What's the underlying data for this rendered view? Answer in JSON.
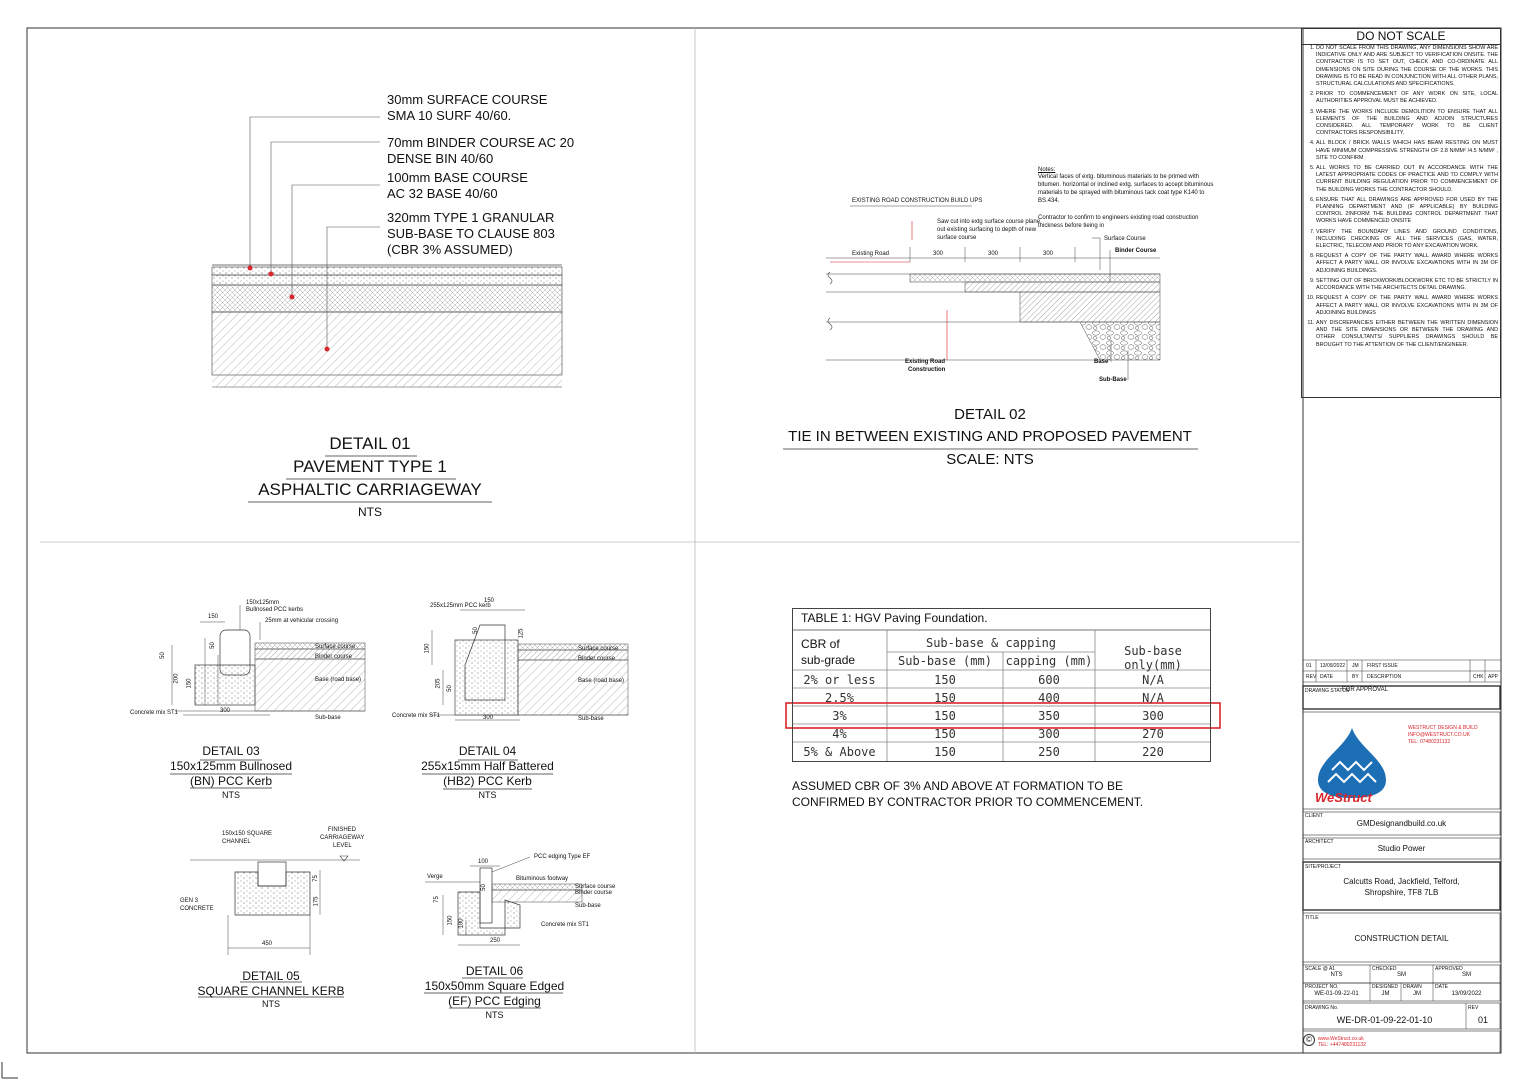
{
  "detail01": {
    "layers": [
      {
        "line1": "30mm SURFACE COURSE",
        "line2": "SMA 10 SURF 40/60."
      },
      {
        "line1": "70mm BINDER COURSE AC 20",
        "line2": "DENSE BIN 40/60"
      },
      {
        "line1": "100mm BASE COURSE",
        "line2": "AC 32 BASE 40/60"
      },
      {
        "line1": "320mm TYPE 1 GRANULAR",
        "line2": "SUB-BASE TO CLAUSE 803",
        "line3": "(CBR 3% ASSUMED)"
      }
    ],
    "title1": "DETAIL 01",
    "title2": "PAVEMENT TYPE 1",
    "title3": "ASPHALTIC CARRIAGEWAY",
    "scale": "NTS"
  },
  "detail02": {
    "existing_build_ups": "EXISTING ROAD CONSTRUCTION BUILD UPS",
    "notes_title": "Notes:",
    "notes_text1": "Vertical faces of extg. bituminous materials to be primed with",
    "notes_text2": "bitumen. horizontal or inclined extg. surfaces to accept bituminous",
    "notes_text3": "materials to be sprayed with bituminous tack coat type K140 to",
    "notes_text4": "BS.434.",
    "contractor1": "Contractor to confirm to engineers existing road construction",
    "contractor2": "thickness before tieing in",
    "sawcut1": "Saw cut into extg surface course plane",
    "sawcut2": "out existing surfacing to depth of new",
    "sawcut3": "surface course",
    "existing_road": "Existing Road",
    "dim1": "300",
    "dim2": "300",
    "dim3": "300",
    "surface_course": "Surface Course",
    "binder_course": "Binder Course",
    "existing_road_construction1": "Existing Road",
    "existing_road_construction2": "Construction",
    "base": "Base",
    "sub_base": "Sub-Base",
    "title1": "DETAIL 02",
    "title2": "TIE IN BETWEEN EXISTING AND PROPOSED PAVEMENT",
    "title3": "SCALE: NTS"
  },
  "detail03": {
    "kerb_label1": "150x125mm",
    "kerb_label2": "Bullnosed PCC kerbs",
    "vehicular": "25mm at vehicular crossing",
    "w150": "150",
    "surface_course": "Surface course",
    "binder_course": "Binder course",
    "base": "Base (road base)",
    "concrete": "Concrete mix ST1",
    "d300": "300",
    "sub_base": "Sub-base",
    "d50": "50",
    "d200": "200",
    "d150": "150",
    "d50b": "50",
    "title1": "DETAIL 03",
    "title2": "150x125mm Bullnosed",
    "title3": "(BN) PCC Kerb",
    "scale": "NTS"
  },
  "detail04": {
    "kerb_label": "255x125mm PCC kerb",
    "w150": "150",
    "d125": "125",
    "d50": "50",
    "d150": "150",
    "d205": "205",
    "d50b": "50",
    "surface_course": "Surface course",
    "binder_course": "Binder course",
    "base": "Base (road base)",
    "concrete": "Concrete mix ST1",
    "d300": "300",
    "sub_base": "Sub-base",
    "title1": "DETAIL 04",
    "title2": "255x15mm Half Battered",
    "title3": "(HB2) PCC Kerb",
    "scale": "NTS"
  },
  "detail05": {
    "channel1": "150x150 SQUARE",
    "channel2": "CHANNEL",
    "finished1": "FINISHED",
    "finished2": "CARRIAGEWAY",
    "finished3": "LEVEL",
    "gen1": "GEN 3",
    "gen2": "CONCRETE",
    "d75": "75",
    "d175": "175",
    "d450": "450",
    "title1": "DETAIL 05",
    "title2": "SQUARE CHANNEL KERB",
    "scale": "NTS"
  },
  "detail06": {
    "edging": "PCC edging Type EF",
    "d100": "100",
    "verge": "Verge",
    "bituminous": "Bituminous footway",
    "surface_course": "Surface course",
    "binder_course": "Binder course",
    "sub_base": "Sub-base",
    "concrete": "Concrete mix ST1",
    "d250": "250",
    "d75": "75",
    "d150": "150",
    "d100b": "100",
    "d50": "50",
    "title1": "DETAIL 06",
    "title2": "150x50mm Square Edged",
    "title3": "(EF) PCC Edging",
    "scale": "NTS"
  },
  "table": {
    "title": "TABLE 1: HGV Paving Foundation.",
    "cbr1": "CBR of",
    "cbr2": "sub-grade",
    "group": "Sub-base & capping",
    "col1": "Sub-base (mm)",
    "col2": "capping (mm)",
    "col3": "Sub-base only(mm)",
    "rows": [
      {
        "cbr": "2% or less",
        "subbase": "150",
        "capping": "600",
        "only": "N/A"
      },
      {
        "cbr": "2.5%",
        "subbase": "150",
        "capping": "400",
        "only": "N/A"
      },
      {
        "cbr": "3%",
        "subbase": "150",
        "capping": "350",
        "only": "300"
      },
      {
        "cbr": "4%",
        "subbase": "150",
        "capping": "300",
        "only": "270"
      },
      {
        "cbr": "5% & Above",
        "subbase": "150",
        "capping": "250",
        "only": "220"
      }
    ],
    "highlight_color": "#d9262c",
    "note1": "ASSUMED CBR OF 3% AND ABOVE AT FORMATION TO BE",
    "note2": "CONFIRMED BY CONTRACTOR PRIOR TO COMMENCEMENT."
  },
  "notes": {
    "heading": "DO NOT SCALE",
    "items": [
      "DO NOT SCALE FROM THIS DRAWING, ANY DIMENSIONS SHOW ARE INDICATIVE ONLY AND ARE SUBJECT TO VERIFICATION ONSITE. THE CONTRACTOR IS TO SET OUT, CHECK AND CO-ORDINATE ALL DIMENSIONS ON SITE DURING THE COURSE OF THE WORKS. THIS DRAWING IS TO BE READ IN CONJUNCTION WITH ALL OTHER PLANS, STRUCTURAL CALCULATIONS AND SPECIFICATIONS.",
      "PRIOR TO COMMENCEMENT OF ANY WORK ON SITE, LOCAL AUTHORITIES APPROVAL MUST BE ACHIEVED.",
      "WHERE THE WORKS INCLUDE DEMOLITION TO ENSURE THAT ALL ELEMENTS OF THE BUILDING AND ADJOIN STRUCTURES CONSIDERED. ALL TEMPORARY WORK TO BE CLIENT CONTRACTORS RESPONSIBILITY.",
      "ALL BLOCK / BRICK WALLS WHICH HAS BEAM RESTING ON MUST HAVE MINIMUM COMPRESSIVE STRENGTH OF 2.8 N/MM² /4.5 N/MM² , SITE TO CONFIRM",
      "ALL WORKS TO BE CARRIED OUT IN ACCORDANCE WITH THE LATEST APPROPRIATE CODES OF PRACTICE AND TO COMPLY WITH CURRENT BUILDING REGULATION PRIOR TO COMMENCEMENT OF THE BUILDING WORKS THE CONTRACTOR SHOULD.",
      "ENSURE THAT ALL DRAWINGS ARE APPROVED FOR USED BY THE PLANNING DEPARTMENT AND (IF APPLICABLE) BY BUILDING CONTROL 2INFORM THE BUILDING CONTROL DEPARTMENT THAT WORKS HAVE COMMENCED ONSITE",
      "VERIFY THE BOUNDARY LINES AND GROUND CONDITIONS, INCLUDING CHECKING OF ALL THE SERVICES (GAS, WATER, ELECTRIC, TELECOM AND PRIOR TO ANY EXCAVATION WORK.",
      "REQUEST A COPY OF THE PARTY WALL AWARD WHERE WORKS AFFECT A PARTY WALL OR INVOLVE EXCAVATIONS WITH IN 3M OF ADJOINING BUILDINGS.",
      "SETTING OUT OF BRICKWORK/BLOCKWORK ETC TO BE STRICTLY IN ACCORDANCE WITH THE ARCHITECTS DETAIL DRAWING.",
      "REQUEST A COPY OF THE PARTY WALL AWARD WHERE WORKS AFFECT A PARTY WALL OR INVOLVE EXCAVATIONS WITH IN 3M OF ADJOINING BUILDINGS",
      "ANY DISCREPANCIES EITHER BETWEEN THE WRITTEN DIMENSION AND THE SITE DIMENSIONS OR BETWEEN THE DRAWING AND OTHER CONSULTANTS/ SUPPLIERS DRAWINGS SHOULD BE BROUGHT TO THE ATTENTION OF THE CLIENT/ENGINEER."
    ]
  },
  "titleblock": {
    "rev_no": "01",
    "rev_date": "13/09/2022",
    "rev_by": "JM",
    "rev_desc": "FIRST ISSUE",
    "rev_cap": "REV",
    "date_cap": "DATE",
    "by_cap": "BY",
    "desc_cap": "DESCRIPTION",
    "chk_cap": "CHK",
    "app_cap": "APP",
    "status_cap": "DRAWING STATUS",
    "status": "FOR APPROVAL",
    "company1": "WESTRUCT DESIGN & BUILD",
    "company2": "INFO@WESTRUCT.CO.UK",
    "company3": "TEL: 07480231132",
    "logo_text": "WeStruct",
    "client_cap": "CLIENT",
    "client": "GMDesignandbuild.co.uk",
    "architect_cap": "ARCHITECT",
    "architect": "Studio Power",
    "site_cap": "SITE/PROJECT",
    "site1": "Calcutts Road, Jackfield, Telford,",
    "site2": "Shropshire, TF8 7LB",
    "title_cap": "TITLE",
    "title": "CONSTRUCTION DETAIL",
    "scale_cap": "SCALE @ A1",
    "scale": "NTS",
    "checked_cap": "CHECKED",
    "checked": "SM",
    "approved_cap": "APPROVED",
    "approved": "SM",
    "project_cap": "PROJECT NO.",
    "project": "WE-01-09-22-01",
    "designed_cap": "DESIGNED",
    "designed": "JM",
    "drawn_cap": "DRAWN",
    "drawn": "JM",
    "date_cap2": "DATE",
    "date": "13/09/2022",
    "drawing_cap": "DRAWING No.",
    "drawing": "WE-DR-01-09-22-01-10",
    "rev_cap2": "REV",
    "rev": "01",
    "footer1": "www.WeStruct.co.uk",
    "footer2": "TEL: +447480231132",
    "copyright": "©",
    "accent_red": "#d9262c",
    "logo_blue": "#1d6fb5"
  }
}
